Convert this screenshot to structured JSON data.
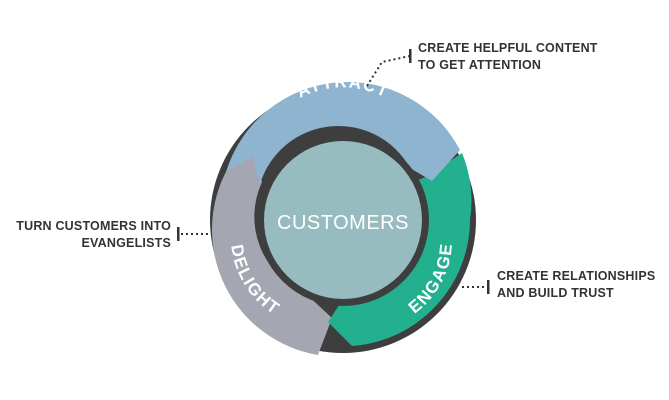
{
  "center_label": "CUSTOMERS",
  "segments": [
    {
      "label": "ATTRACT",
      "color": "#8fb4d0"
    },
    {
      "label": "ENGAGE",
      "color": "#23b08f"
    },
    {
      "label": "DELIGHT",
      "color": "#a4a7b1"
    }
  ],
  "callouts": {
    "attract": {
      "line1": "CREATE HELPFUL CONTENT",
      "line2": "TO GET ATTENTION"
    },
    "engage": {
      "line1": "CREATE RELATIONSHIPS",
      "line2": "AND BUILD TRUST"
    },
    "delight": {
      "line1": "TURN CUSTOMERS INTO",
      "line2": "EVANGELISTS"
    }
  },
  "colors": {
    "outline": "#3e3e3e",
    "center_fill": "#97bcc0",
    "label_text": "#ffffff",
    "callout_text": "#333333"
  }
}
